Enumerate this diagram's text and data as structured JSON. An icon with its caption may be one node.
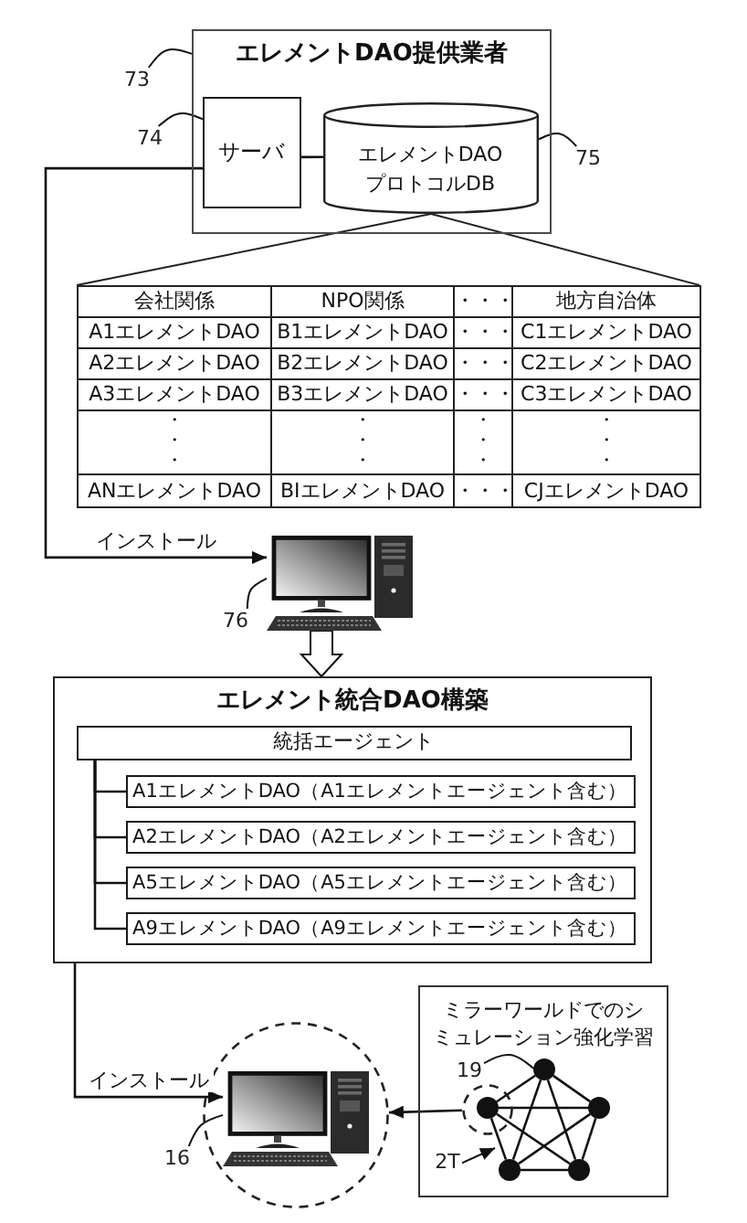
{
  "diagram": {
    "nodes": [
      {
        "text": [
          "エレメントDAO提供業者"
        ]
      },
      {
        "text": [
          "サーバ"
        ],
        "in": 0
      },
      {
        "text": [
          "エレメントDAOプロトコルDB"
        ],
        "in": 0
      },
      {
        "text": [
          "73"
        ]
      },
      {
        "text": [
          "74"
        ]
      },
      {
        "text": [
          "75"
        ]
      },
      {
        "text": [],
        "shape": "picture"
      },
      {
        "text": [
          "76"
        ]
      },
      {
        "text": [
          "エレメント統合DAO構築"
        ]
      },
      {
        "text": [
          "統括エージェント"
        ],
        "in": 8
      },
      {
        "text": [
          "A1エレメントDAO（A1エレメントエージェント含む）"
        ],
        "in": 8
      },
      {
        "text": [
          "A2エレメントDAO（A2エレメントエージェント含む）"
        ],
        "in": 8
      },
      {
        "text": [
          "A5エレメントDAO（A5エレメントエージェント含む）"
        ],
        "in": 8
      },
      {
        "text": [
          "A9エレメントDAO（A9エレメントエージェント含む）"
        ],
        "in": 8
      },
      {
        "text": [],
        "shape": "circle"
      },
      {
        "text": [],
        "shape": "picture",
        "in": 14
      },
      {
        "text": [
          "16"
        ]
      },
      {
        "text": [
          "ミラーワールドでのシミュレーション強化学習"
        ]
      },
      {
        "text": [],
        "shape": "circle",
        "in": 17
      },
      {
        "text": [],
        "shape": "circle",
        "in": 17
      },
      {
        "text": [],
        "shape": "circle",
        "in": 19
      },
      {
        "text": [],
        "shape": "circle",
        "in": 17
      },
      {
        "text": [],
        "shape": "circle",
        "in": 17
      },
      {
        "text": [],
        "shape": "circle",
        "in": 17
      },
      {
        "text": [
          "19"
        ],
        "in": 17
      },
      {
        "text": [
          "2T"
        ],
        "in": 17
      }
    ],
    "edges": [
      {
        "from": 1,
        "to": 2,
        "arrow": "none"
      },
      {
        "from": 1,
        "to": 6,
        "arrow": "to",
        "label": "インストール"
      },
      {
        "from": 3,
        "to": 0,
        "arrow": "none"
      },
      {
        "from": 4,
        "to": 1,
        "arrow": "none"
      },
      {
        "from": 5,
        "to": 2,
        "arrow": "none"
      },
      {
        "from": 7,
        "to": 6,
        "arrow": "none"
      },
      {
        "from": 6,
        "to": 8,
        "arrow": "to",
        "style": "thick"
      },
      {
        "from": 9,
        "to": 10,
        "arrow": "none"
      },
      {
        "from": 9,
        "to": 11,
        "arrow": "none"
      },
      {
        "from": 9,
        "to": 12,
        "arrow": "none"
      },
      {
        "from": 9,
        "to": 13,
        "arrow": "none"
      },
      {
        "from": 8,
        "to": 15,
        "arrow": "to",
        "label": "インストール"
      },
      {
        "from": 16,
        "to": 15,
        "arrow": "none"
      },
      {
        "from": 19,
        "to": 14,
        "arrow": "to"
      },
      {
        "from": 18,
        "to": 20,
        "arrow": "none"
      },
      {
        "from": 18,
        "to": 21,
        "arrow": "none"
      },
      {
        "from": 18,
        "to": 22,
        "arrow": "none"
      },
      {
        "from": 18,
        "to": 23,
        "arrow": "none"
      },
      {
        "from": 20,
        "to": 21,
        "arrow": "none"
      },
      {
        "from": 20,
        "to": 22,
        "arrow": "none"
      },
      {
        "from": 20,
        "to": 23,
        "arrow": "none"
      },
      {
        "from": 21,
        "to": 22,
        "arrow": "none"
      },
      {
        "from": 21,
        "to": 23,
        "arrow": "none"
      },
      {
        "from": 22,
        "to": 23,
        "arrow": "none"
      },
      {
        "from": 24,
        "to": 18,
        "arrow": "none"
      },
      {
        "from": 25,
        "to": null,
        "arrow": "to"
      }
    ],
    "labels": [
      "会社関係",
      "NPO関係",
      "・・・",
      "地方自治体",
      "A1エレメントDAO",
      "B1エレメントDAO",
      "・・・",
      "C1エレメントDAO",
      "A2エレメントDAO",
      "B2エレメントDAO",
      "・・・",
      "C2エレメントDAO",
      "A3エレメントDAO",
      "B3エレメントDAO",
      "・・・",
      "C3エレメントDAO",
      "・・・",
      "・・・",
      "・・・",
      "・・・",
      "ANエレメントDAO",
      "BIエレメントDAO",
      "・・・",
      "CJエレメントDAO"
    ]
  }
}
